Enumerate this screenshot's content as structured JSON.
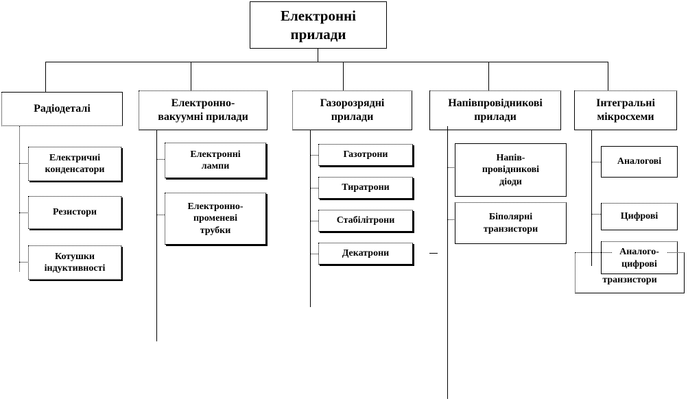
{
  "root": {
    "label": "Електронні прилади"
  },
  "categories": [
    {
      "label": "Радіодеталі",
      "children": [
        "Електричні конденсатори",
        "Резистори",
        "Котушки індуктивності"
      ]
    },
    {
      "label": "Електронно- вакуумні прилади",
      "children": [
        "Електронні лампи",
        "Електронно-променеві трубки"
      ]
    },
    {
      "label": "Газорозрядні прилади",
      "children": [
        "Газотрони",
        "Тиратрони",
        "Стабілітрони",
        "Декатрони"
      ]
    },
    {
      "label": "Напівпровідникові прилади",
      "children": [
        "Напів-провідникові діоди",
        "Біполярні транзистори"
      ]
    },
    {
      "label": "Інтегральні мікросхеми",
      "children": [
        "Аналогові",
        "Цифрові",
        "Аналого-цифрові"
      ]
    }
  ],
  "overlap_label": "транзистори"
}
